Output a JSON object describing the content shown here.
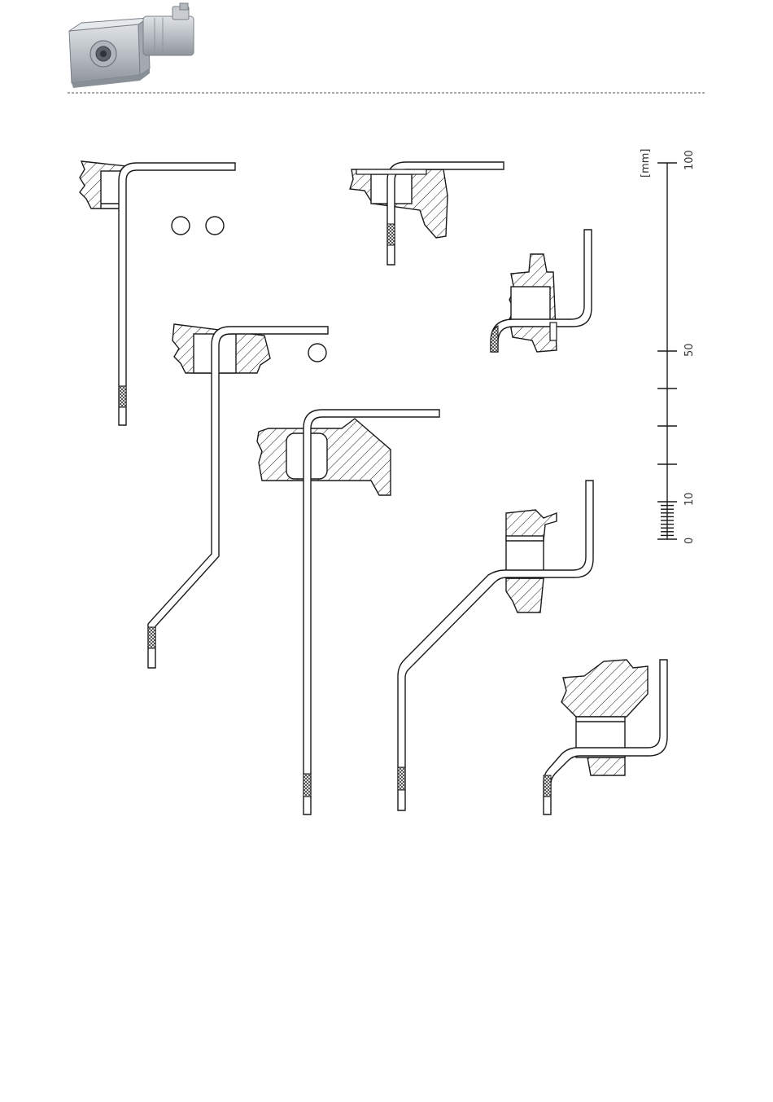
{
  "header": {
    "product_image": "gearmotor-photo"
  },
  "scale": {
    "unit_label": "[mm]",
    "tick_labels": [
      "100",
      "50",
      "10",
      "0"
    ]
  },
  "colors": {
    "line": "#1a1a1a",
    "hatch": "#1a1a1a",
    "divider": "#555555",
    "motor_body": "#b9bec4"
  }
}
